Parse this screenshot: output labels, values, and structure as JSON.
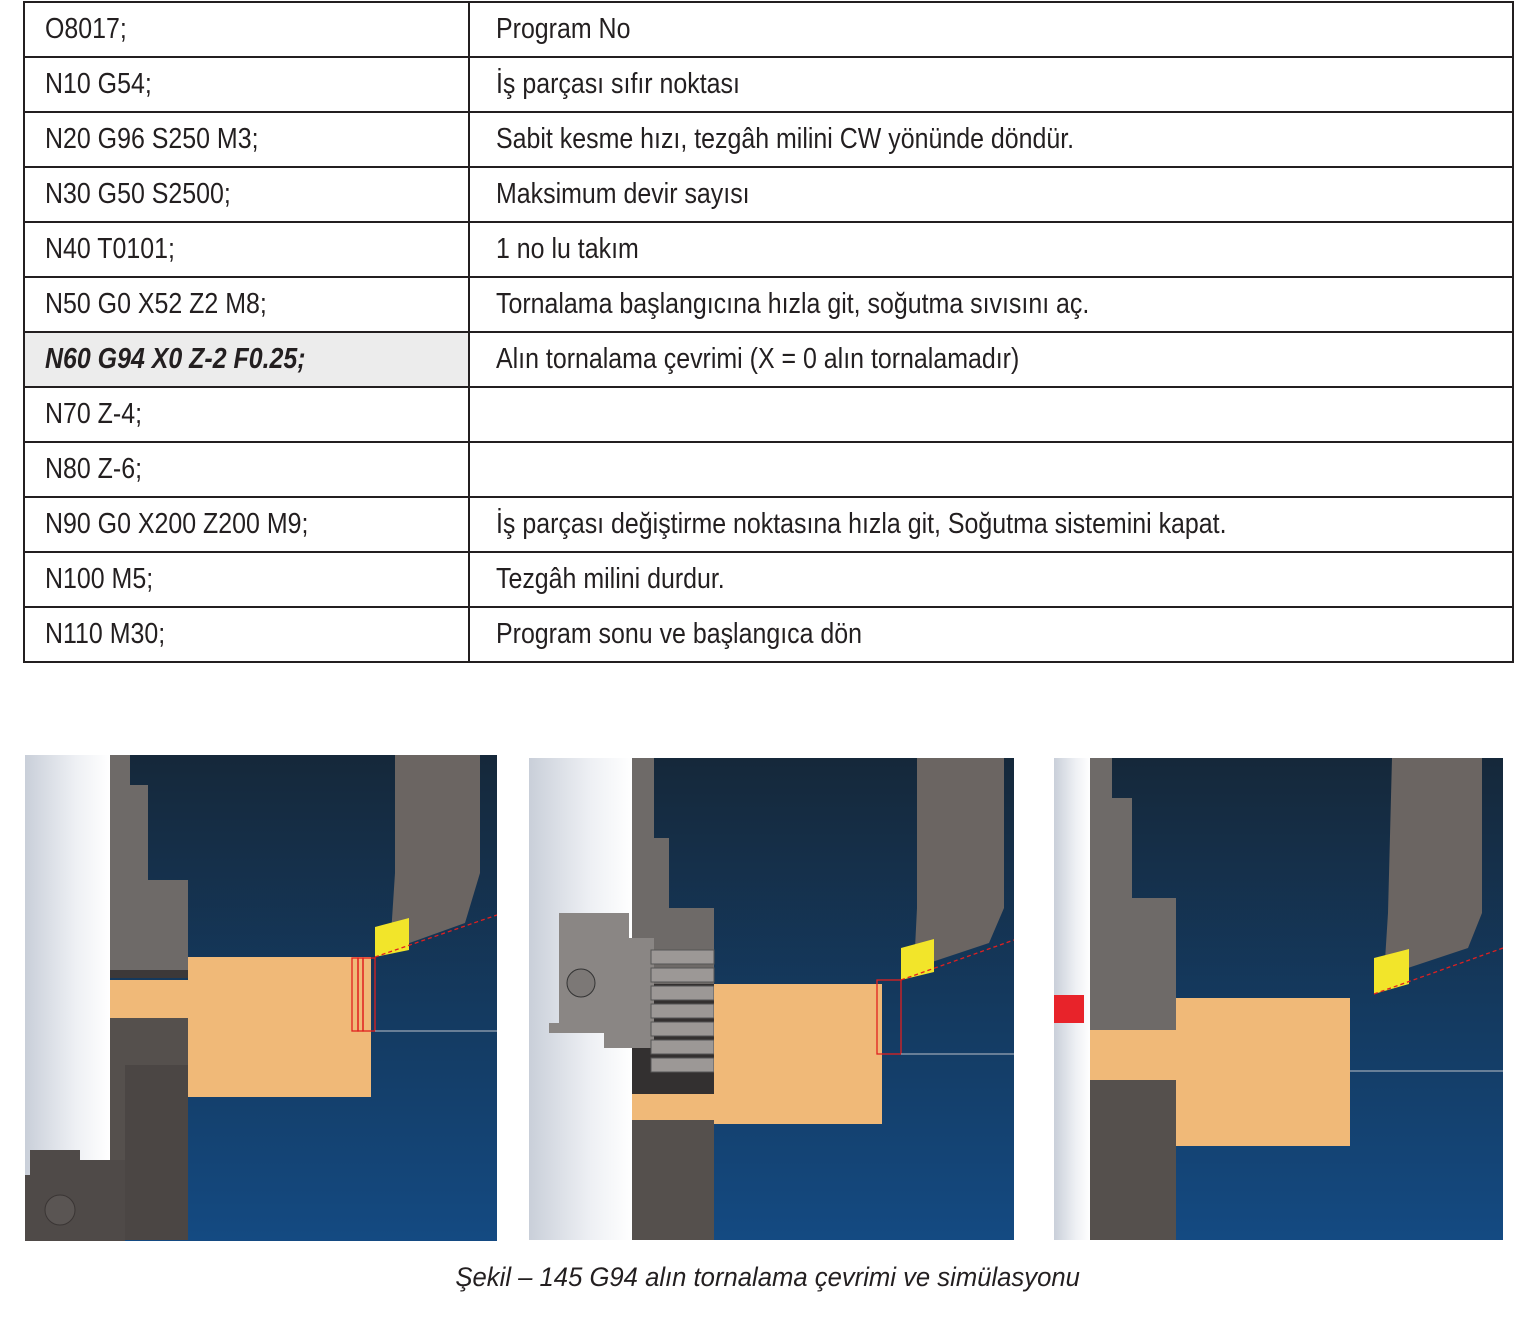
{
  "program_table": {
    "rows": [
      {
        "code": "O8017;",
        "description": "Program No"
      },
      {
        "code": "N10 G54;",
        "description": "İş parçası sıfır noktası"
      },
      {
        "code": "N20 G96 S250 M3;",
        "description": "Sabit kesme hızı, tezgâh milini CW yönünde döndür."
      },
      {
        "code": "N30 G50 S2500;",
        "description": "Maksimum devir sayısı"
      },
      {
        "code": "N40 T0101;",
        "description": "1 no lu takım"
      },
      {
        "code": "N50 G0 X52 Z2 M8;",
        "description": "Tornalama başlangıcına hızla git, soğutma sıvısını aç."
      },
      {
        "code": "N60 G94 X0  Z-2 F0.25;",
        "description": "Alın tornalama çevrimi (X = 0 alın tornalamadır)"
      },
      {
        "code": "N70 Z-4;",
        "description": ""
      },
      {
        "code": "N80 Z-6;",
        "description": ""
      },
      {
        "code": "N90 G0 X200 Z200 M9;",
        "description": "İş parçası değiştirme noktasına hızla git, Soğutma sistemini kapat."
      },
      {
        "code": "N100 M5;",
        "description": "Tezgâh milini durdur."
      },
      {
        "code": "N110 M30;",
        "description": "Program sonu ve başlangıca dön"
      }
    ],
    "highlighted_row": 6
  },
  "figure": {
    "caption": "Şekil – 145  G94 alın tornalama çevrimi ve simülasyonu",
    "panels": [
      "simulation-step-1",
      "simulation-step-2",
      "simulation-step-3"
    ]
  },
  "colors": {
    "background_dark": "#15304a",
    "background_light": "#134a80",
    "workpiece": "#f0b978",
    "chuck_jaw": "#55504d",
    "tool_holder": "#6b6562",
    "insert": "#f2e52a",
    "toolpath": "#e02020",
    "chuck_body": "#d6dbe3"
  }
}
